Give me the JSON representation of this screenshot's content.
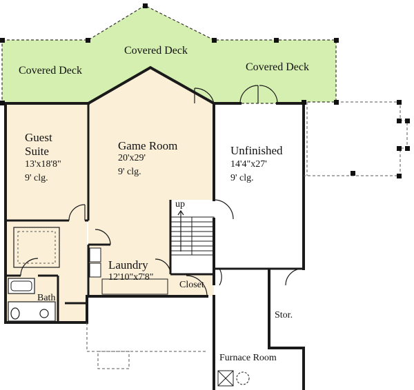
{
  "colors": {
    "deck_fill": "#d5efb0",
    "room_fill": "#fbefd8",
    "wall": "#1a1a1a",
    "post": "#111111"
  },
  "decks": {
    "left": "Covered Deck",
    "center": "Covered Deck",
    "right": "Covered Deck"
  },
  "rooms": {
    "guest_suite": {
      "name_line1": "Guest",
      "name_line2": "Suite",
      "size": "13'x18'8\"",
      "ceiling": "9' clg."
    },
    "game_room": {
      "name": "Game Room",
      "size": "20'x29'",
      "ceiling": "9' clg."
    },
    "unfinished": {
      "name": "Unfinished",
      "size": "14'4\"x27'",
      "ceiling": "9' clg."
    },
    "laundry": {
      "name": "Laundry",
      "size": "12'10\"x7'8\""
    },
    "closet": {
      "name": "Closet"
    },
    "bath": {
      "name": "Bath"
    },
    "storage": {
      "name": "Stor."
    },
    "furnace_room": {
      "name": "Furnace Room"
    }
  },
  "stairs": {
    "label": "up"
  }
}
